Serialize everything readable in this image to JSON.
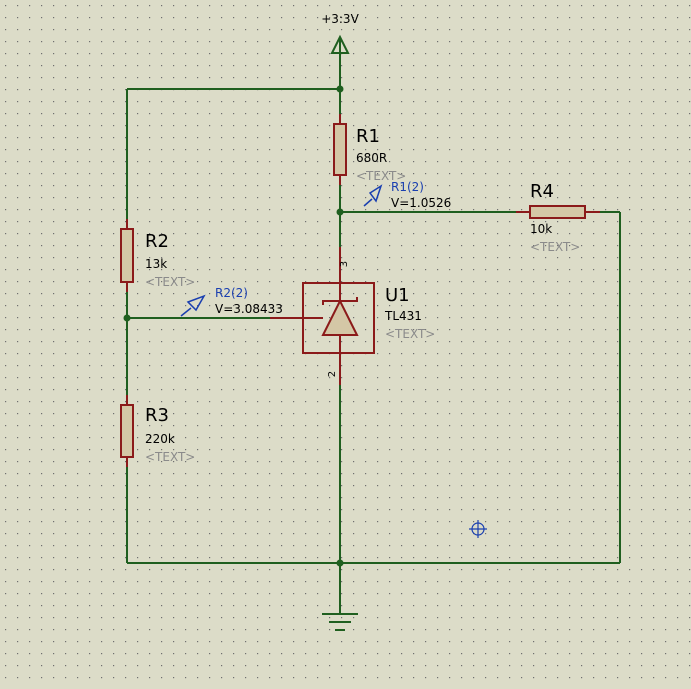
{
  "power": {
    "label": "+3:3V"
  },
  "components": {
    "r1": {
      "ref": "R1",
      "value": "680R",
      "text": "<TEXT>"
    },
    "r2": {
      "ref": "R2",
      "value": "13k",
      "text": "<TEXT>"
    },
    "r3": {
      "ref": "R3",
      "value": "220k",
      "text": "<TEXT>"
    },
    "r4": {
      "ref": "R4",
      "value": "10k",
      "text": "<TEXT>"
    },
    "u1": {
      "ref": "U1",
      "value": "TL431",
      "text": "<TEXT>",
      "pin_cathode": "3",
      "pin_anode": "2"
    }
  },
  "probes": {
    "r1_2": {
      "name": "R1(2)",
      "reading": "V=1.0526"
    },
    "r2_2": {
      "name": "R2(2)",
      "reading": "V=3.08433"
    }
  },
  "colors": {
    "background": "#dcdcc8",
    "wire": "#1f5f1f",
    "component_outline": "#8b1a1a",
    "resistor_fill": "#d4c7a6",
    "probe": "#1a3fb0",
    "placeholder_text": "#8a8a8a"
  },
  "icons": {
    "cursor": "crosshair-marker-icon",
    "ground": "ground-icon",
    "power": "power-arrow-icon"
  }
}
